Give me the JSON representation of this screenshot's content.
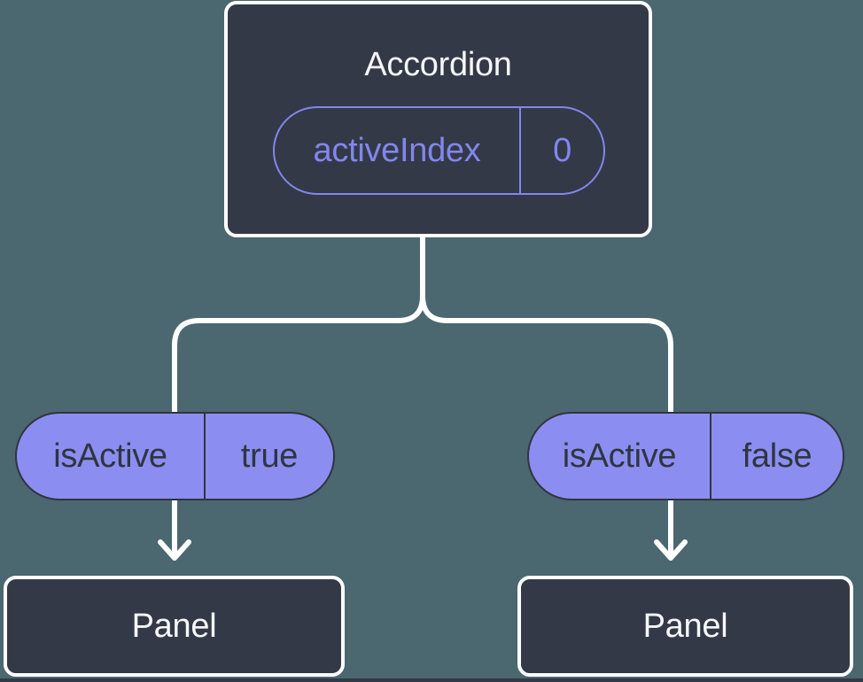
{
  "colors": {
    "background": "#4b6770",
    "node_fill": "#333946",
    "node_border": "#ffffff",
    "pill_fill": "#8b8ef0",
    "accent_purple": "#8286ee",
    "pill_dark_text": "#2f3540",
    "light_text": "#f5f7fa",
    "connector": "#ffffff"
  },
  "diagram": {
    "root": {
      "title": "Accordion",
      "prop": {
        "name": "activeIndex",
        "value": "0"
      }
    },
    "branches": [
      {
        "prop": {
          "name": "isActive",
          "value": "true"
        },
        "node": {
          "title": "Panel"
        }
      },
      {
        "prop": {
          "name": "isActive",
          "value": "false"
        },
        "node": {
          "title": "Panel"
        }
      }
    ]
  }
}
